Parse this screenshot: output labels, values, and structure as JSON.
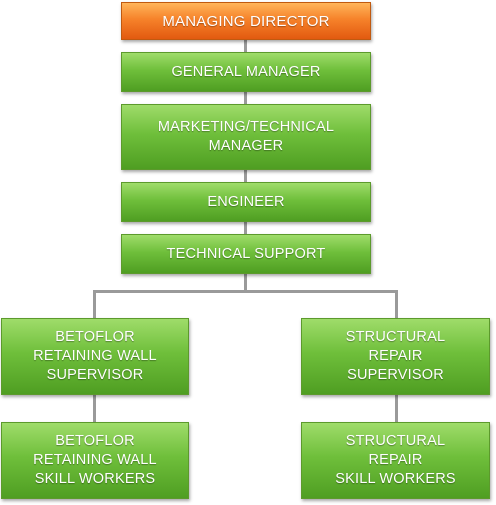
{
  "managing_director": "MANAGING DIRECTOR",
  "general_manager": "GENERAL MANAGER",
  "marketing_technical_manager": [
    "MARKETING/TECHNICAL",
    "MANAGER"
  ],
  "engineer": "ENGINEER",
  "technical_support": "TECHNICAL SUPPORT",
  "left_branch": {
    "supervisor": [
      "BETOFLOR",
      "RETAINING WALL",
      "SUPERVISOR"
    ],
    "workers": [
      "BETOFLOR",
      "RETAINING WALL",
      "SKILL WORKERS"
    ]
  },
  "right_branch": {
    "supervisor": [
      "STRUCTURAL",
      "REPAIR",
      "SUPERVISOR"
    ],
    "workers": [
      "STRUCTURAL",
      "REPAIR",
      "SKILL WORKERS"
    ]
  },
  "colors": {
    "top_box": "#f6822a",
    "node_box": "#6fbf3b",
    "connector": "#9a9a9a"
  }
}
